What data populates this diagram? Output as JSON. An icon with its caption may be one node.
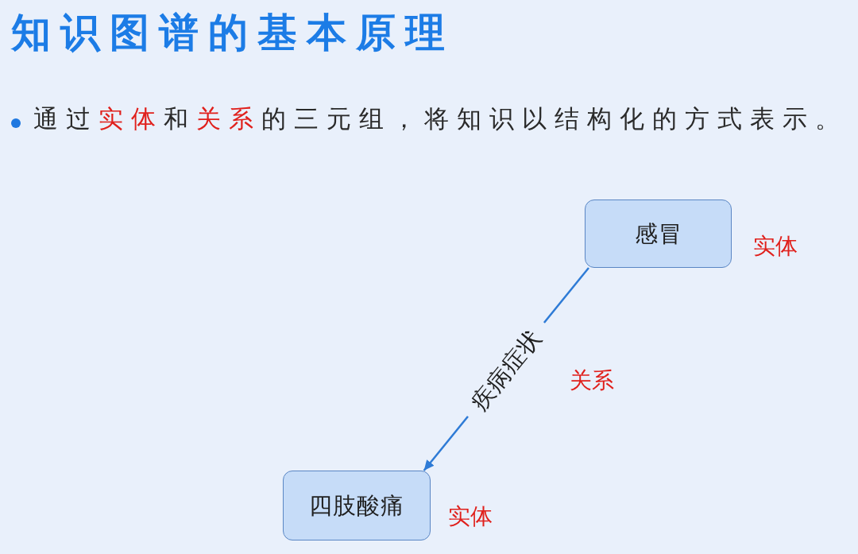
{
  "diagram": {
    "title": "知识图谱的基本原理",
    "nodes": [
      {
        "text": [
          "感冒"
        ],
        "beside": [
          "实体"
        ]
      },
      {
        "text": [
          "四肢酸痛"
        ],
        "beside": [
          "实体"
        ]
      }
    ],
    "edges": [
      {
        "from": 0,
        "to": 1,
        "arrow": "to",
        "label": "疾病症状"
      }
    ],
    "labels": [
      "通过**实体**和**关系**的三元组，将知识以结构化的方式表示。",
      "关系"
    ]
  }
}
